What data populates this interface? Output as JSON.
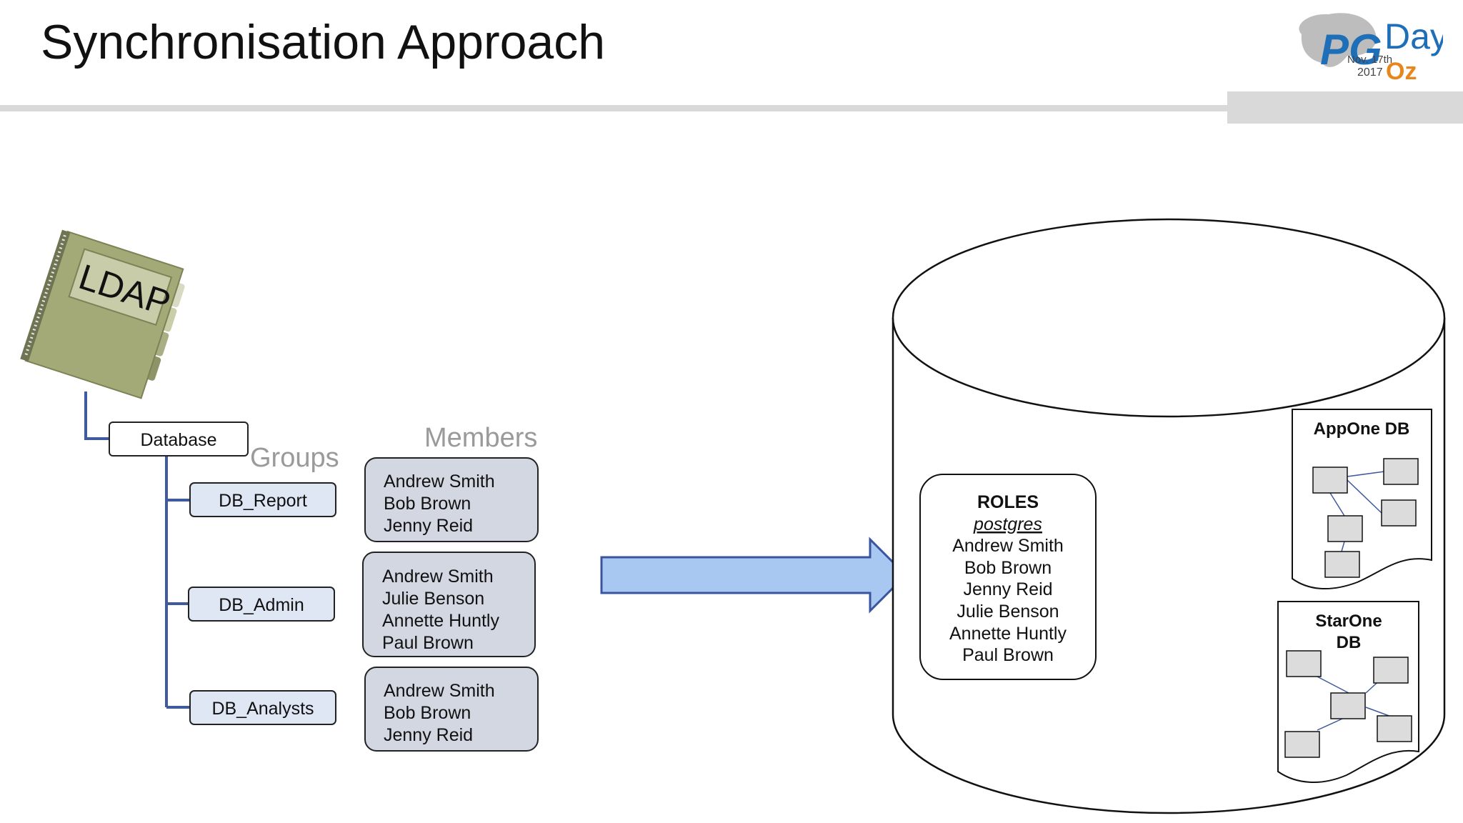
{
  "slide": {
    "title": "Synchronisation Approach"
  },
  "logo": {
    "brand_pg": "PG",
    "brand_day": "Day",
    "date": "Nov. 17th",
    "year": "2017",
    "location": "Oz"
  },
  "ldap": {
    "label": "LDAP",
    "root_node": "Database",
    "groups_heading": "Groups",
    "members_heading": "Members",
    "groups": [
      {
        "name": "DB_Report",
        "members": [
          "Andrew Smith",
          "Bob Brown",
          "Jenny Reid"
        ]
      },
      {
        "name": "DB_Admin",
        "members": [
          "Andrew Smith",
          "Julie Benson",
          "Annette Huntly",
          "Paul Brown"
        ]
      },
      {
        "name": "DB_Analysts",
        "members": [
          "Andrew Smith",
          "Bob Brown",
          "Jenny Reid"
        ]
      }
    ]
  },
  "database": {
    "roles_title": "ROLES",
    "roles": [
      "postgres",
      "Andrew Smith",
      "Bob Brown",
      "Jenny Reid",
      "Julie Benson",
      "Annette Huntly",
      "Paul Brown"
    ],
    "appone_title": "AppOne DB",
    "starone_title_line1": "StarOne",
    "starone_title_line2": "DB"
  },
  "colors": {
    "tree_line": "#3f5a9e",
    "group_fill": "#dfe6f4",
    "member_fill": "#d3d7e2",
    "arrow_fill": "#a8c8f2",
    "arrow_stroke": "#3a55a0",
    "heading_gray": "#9a9a9a",
    "logo_blue": "#1f6fb8",
    "logo_orange": "#e8861e",
    "notebook_green": "#a3a977"
  },
  "icons": [
    "ldap-notebook-icon",
    "database-cylinder-icon",
    "sync-arrow-icon",
    "schema-tables-icon"
  ]
}
